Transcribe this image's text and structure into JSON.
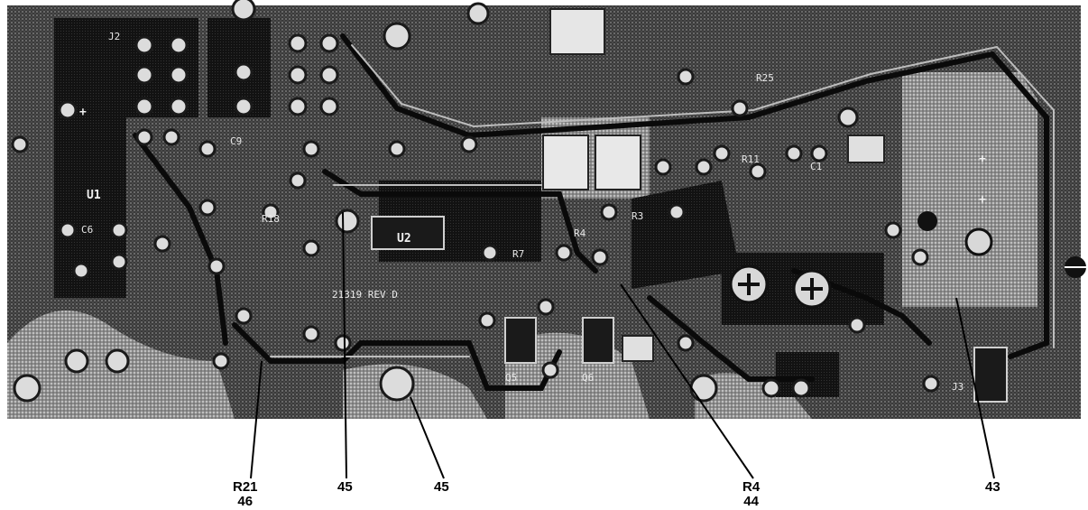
{
  "board_silkscreen": {
    "u1": "U1",
    "u2": "U2",
    "r3": "R3",
    "r4": "R4",
    "r7": "R7",
    "r11": "R11",
    "r18": "R18",
    "r25": "R25",
    "c1": "C1",
    "c6": "C6",
    "c9": "C9",
    "q5": "Q5",
    "q6": "Q6",
    "j2": "J2",
    "j3": "J3",
    "rev": "21319 REV D",
    "plus1": "+",
    "plus2": "+",
    "plus3": "+"
  },
  "callouts": [
    {
      "line1": "R21",
      "line2": "46"
    },
    {
      "line1": "45",
      "line2": ""
    },
    {
      "line1": "45",
      "line2": ""
    },
    {
      "line1": "R4",
      "line2": "44"
    },
    {
      "line1": "43",
      "line2": ""
    }
  ],
  "colors": {
    "board_dark": "#1c1c1c",
    "board_mid": "#5a5a5a",
    "board_light": "#9a9a9a",
    "pad": "#d9d9d9",
    "line": "#000000"
  }
}
